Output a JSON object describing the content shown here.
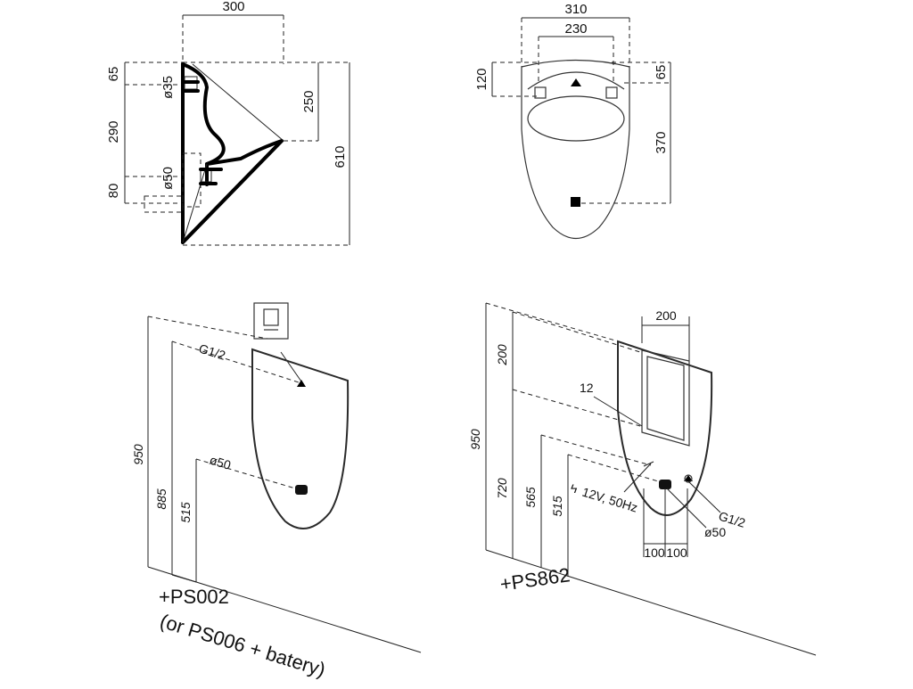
{
  "side_view": {
    "width_label": "300",
    "top_offset_label": "65",
    "pipe_top_label": "ø35",
    "mid_height_label": "290",
    "depth_label": "250",
    "drain_label": "ø50",
    "bottom_label": "80",
    "total_height_label": "610"
  },
  "front_view": {
    "outer_width_label": "310",
    "inner_width_label": "230",
    "inlet_height_label": "120",
    "top_offset_label": "65",
    "drain_height_label": "370"
  },
  "install_left": {
    "inlet_label": "G1/2",
    "drain_label": "ø50",
    "height_950_label": "950",
    "height_885_label": "885",
    "height_515_label": "515",
    "product_code": "+PS002",
    "product_note": "(or PS006 + batery)"
  },
  "install_right": {
    "width_label": "200",
    "height_200_label": "200",
    "gap_label": "12",
    "height_950_label": "950",
    "height_720_label": "720",
    "height_565_label": "565",
    "height_515_label": "515",
    "power_label": "12V, 50Hz",
    "inlet_label": "G1/2",
    "drain_label": "ø50",
    "left_offset_label": "100",
    "right_offset_label": "100",
    "product_code": "+PS862"
  }
}
